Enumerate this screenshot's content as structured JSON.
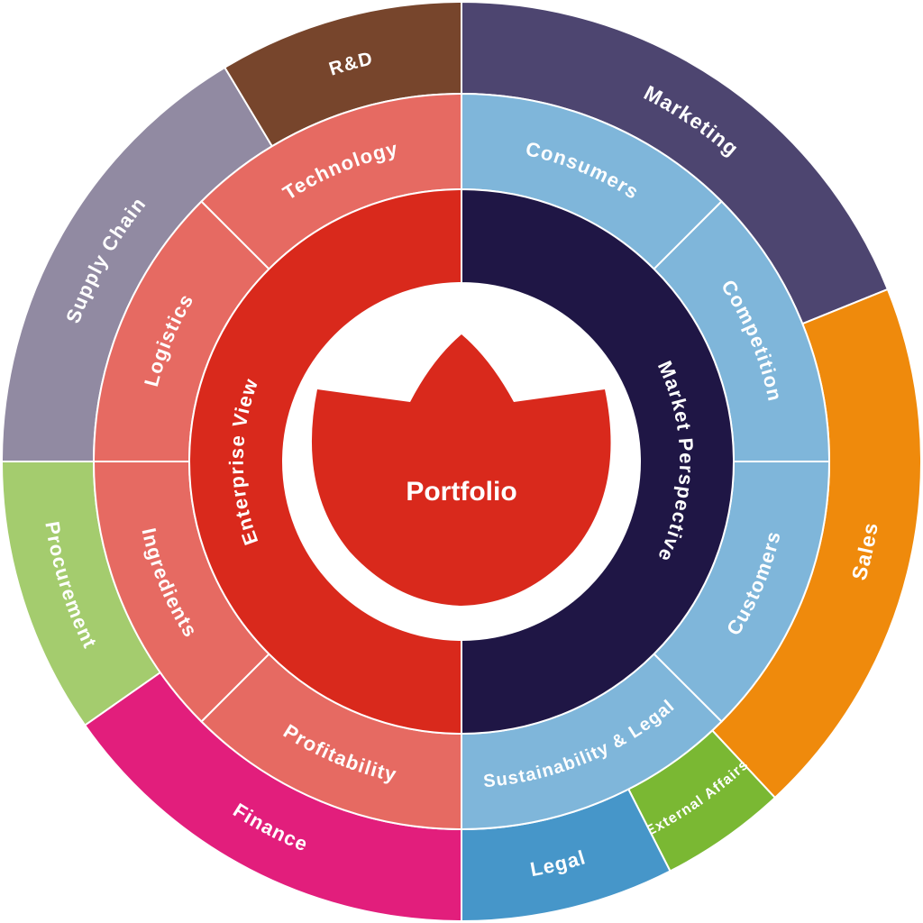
{
  "center": {
    "label": "Portfolio",
    "icon": "lotus-icon",
    "color": "#d9291c"
  },
  "inner": [
    {
      "key": "market-perspective",
      "label": "Market Perspective",
      "color": "#1f1645"
    },
    {
      "key": "enterprise-view",
      "label": "Enterprise View",
      "color": "#d9291c"
    }
  ],
  "middle": [
    {
      "key": "consumers",
      "label": "Consumers",
      "color": "#7fb6da"
    },
    {
      "key": "competition",
      "label": "Competition",
      "color": "#7fb6da"
    },
    {
      "key": "customers",
      "label": "Customers",
      "color": "#7fb6da"
    },
    {
      "key": "sustainability-legal",
      "label": "Sustainability & Legal",
      "color": "#7fb6da"
    },
    {
      "key": "profitability",
      "label": "Profitability",
      "color": "#e66a62"
    },
    {
      "key": "ingredients",
      "label": "Ingredients",
      "color": "#e66a62"
    },
    {
      "key": "logistics",
      "label": "Logistics",
      "color": "#e66a62"
    },
    {
      "key": "technology",
      "label": "Technology",
      "color": "#e66a62"
    }
  ],
  "outer": [
    {
      "key": "marketing",
      "label": "Marketing",
      "color": "#4d4570"
    },
    {
      "key": "sales",
      "label": "Sales",
      "color": "#ef8a0c"
    },
    {
      "key": "external-affairs",
      "label": "External Affairs",
      "color": "#7ab833"
    },
    {
      "key": "legal",
      "label": "Legal",
      "color": "#4696c9"
    },
    {
      "key": "finance",
      "label": "Finance",
      "color": "#e21e7c"
    },
    {
      "key": "procurement",
      "label": "Procurement",
      "color": "#a4cc6e"
    },
    {
      "key": "supply-chain",
      "label": "Supply Chain",
      "color": "#918aa2"
    },
    {
      "key": "rd",
      "label": "R&D",
      "color": "#77452c"
    }
  ]
}
